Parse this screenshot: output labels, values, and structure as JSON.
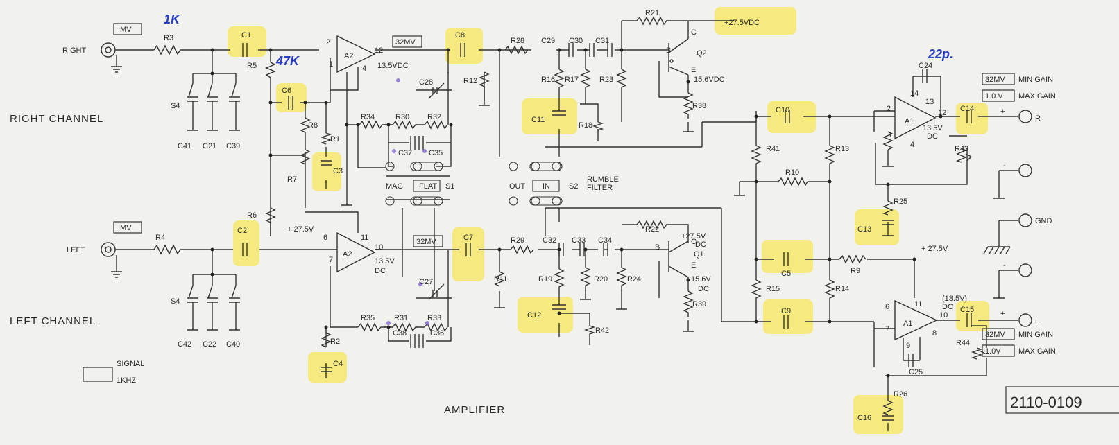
{
  "title": "AMPLIFIER",
  "channels": {
    "right": "RIGHT CHANNEL",
    "left": "LEFT CHANNEL"
  },
  "inputs": {
    "right": "RIGHT",
    "left": "LEFT",
    "level": "IMV"
  },
  "signal_legend": {
    "line1": "SIGNAL",
    "line2": "1KHZ"
  },
  "handwritten": {
    "r3_value": "1K",
    "r5_value": "47K",
    "c24_value": "22p."
  },
  "supply": {
    "rail": "+27.5VDC",
    "rail_short": "+ 27.5V",
    "q2_e": "15.6VDC",
    "q1_c": "+27.5V",
    "q1_c2": "DC",
    "q1_e": "15.6V",
    "q1_e2": "DC"
  },
  "stages": {
    "a2": "A2",
    "a1": "A1",
    "q1": "Q1",
    "q2": "Q2",
    "a2_r_dc": "13.5VDC",
    "a2_l_dc1": "13.5V",
    "a2_l_dc2": "DC",
    "a1_r_dc1": "13.5V",
    "a1_r_dc2": "DC",
    "a1_l_dc1": "(13.5V)",
    "a1_l_dc2": "DC",
    "sig_32mv": "32MV",
    "min_gain_val": "32MV",
    "min_gain": "MIN GAIN",
    "max_gain_val": "1.0 V",
    "max_gain_val2": "1.0V",
    "max_gain": "MAX GAIN"
  },
  "pins": {
    "p1": "1",
    "p2": "2",
    "p4": "4",
    "p6": "6",
    "p7": "7",
    "p8": "8",
    "p9": "9",
    "p10": "10",
    "p11": "11",
    "p12": "12",
    "p13": "13",
    "p14": "14"
  },
  "transistor_pins": {
    "b": "B",
    "c": "C",
    "e": "E"
  },
  "switches": {
    "s1": "S1",
    "s2": "S2",
    "s4": "S4",
    "rumble": "RUMBLE",
    "filter": "FILTER",
    "mag": "MAG",
    "flat": "FLAT",
    "out": "OUT",
    "in": "IN"
  },
  "outputs": {
    "r": "R",
    "l": "L",
    "gnd": "GND",
    "plus": "+",
    "minus": "-"
  },
  "part_number": "2110-0109",
  "parts": {
    "R3": "R3",
    "R4": "R4",
    "R5": "R5",
    "R6": "R6",
    "R7": "R7",
    "R8": "R8",
    "R1": "R1",
    "R2": "R2",
    "R28": "R28",
    "R29": "R29",
    "R12": "R12",
    "R11": "R11",
    "R16": "R16",
    "R17": "R17",
    "R23": "R23",
    "R19": "R19",
    "R20": "R20",
    "R24": "R24",
    "R21": "R21",
    "R22": "R22",
    "R38": "R38",
    "R39": "R39",
    "R18": "R18",
    "R42": "R42",
    "R34": "R34",
    "R30": "R30",
    "R32": "R32",
    "R35": "R35",
    "R31": "R31",
    "R33": "R33",
    "R41": "R41",
    "R13": "R13",
    "R10": "R10",
    "R15": "R15",
    "R14": "R14",
    "R9": "R9",
    "R25": "R25",
    "R26": "R26",
    "R43": "R43",
    "R44": "R44",
    "C1": "C1",
    "C2": "C2",
    "C3": "C3",
    "C4": "C4",
    "C5": "C5",
    "C6": "C6",
    "C7": "C7",
    "C8": "C8",
    "C9": "C9",
    "C10": "C10",
    "C11": "C11",
    "C12": "C12",
    "C13": "C13",
    "C14": "C14",
    "C15": "C15",
    "C16": "C16",
    "C24": "C24",
    "C25": "C25",
    "C27": "C27",
    "C28": "C28",
    "C29": "C29",
    "C30": "C30",
    "C31": "C31",
    "C32": "C32",
    "C33": "C33",
    "C34": "C34",
    "C35": "C35",
    "C36": "C36",
    "C37": "C37",
    "C38": "C38",
    "C41": "C41",
    "C21": "C21",
    "C39": "C39",
    "C42": "C42",
    "C22": "C22",
    "C40": "C40"
  }
}
